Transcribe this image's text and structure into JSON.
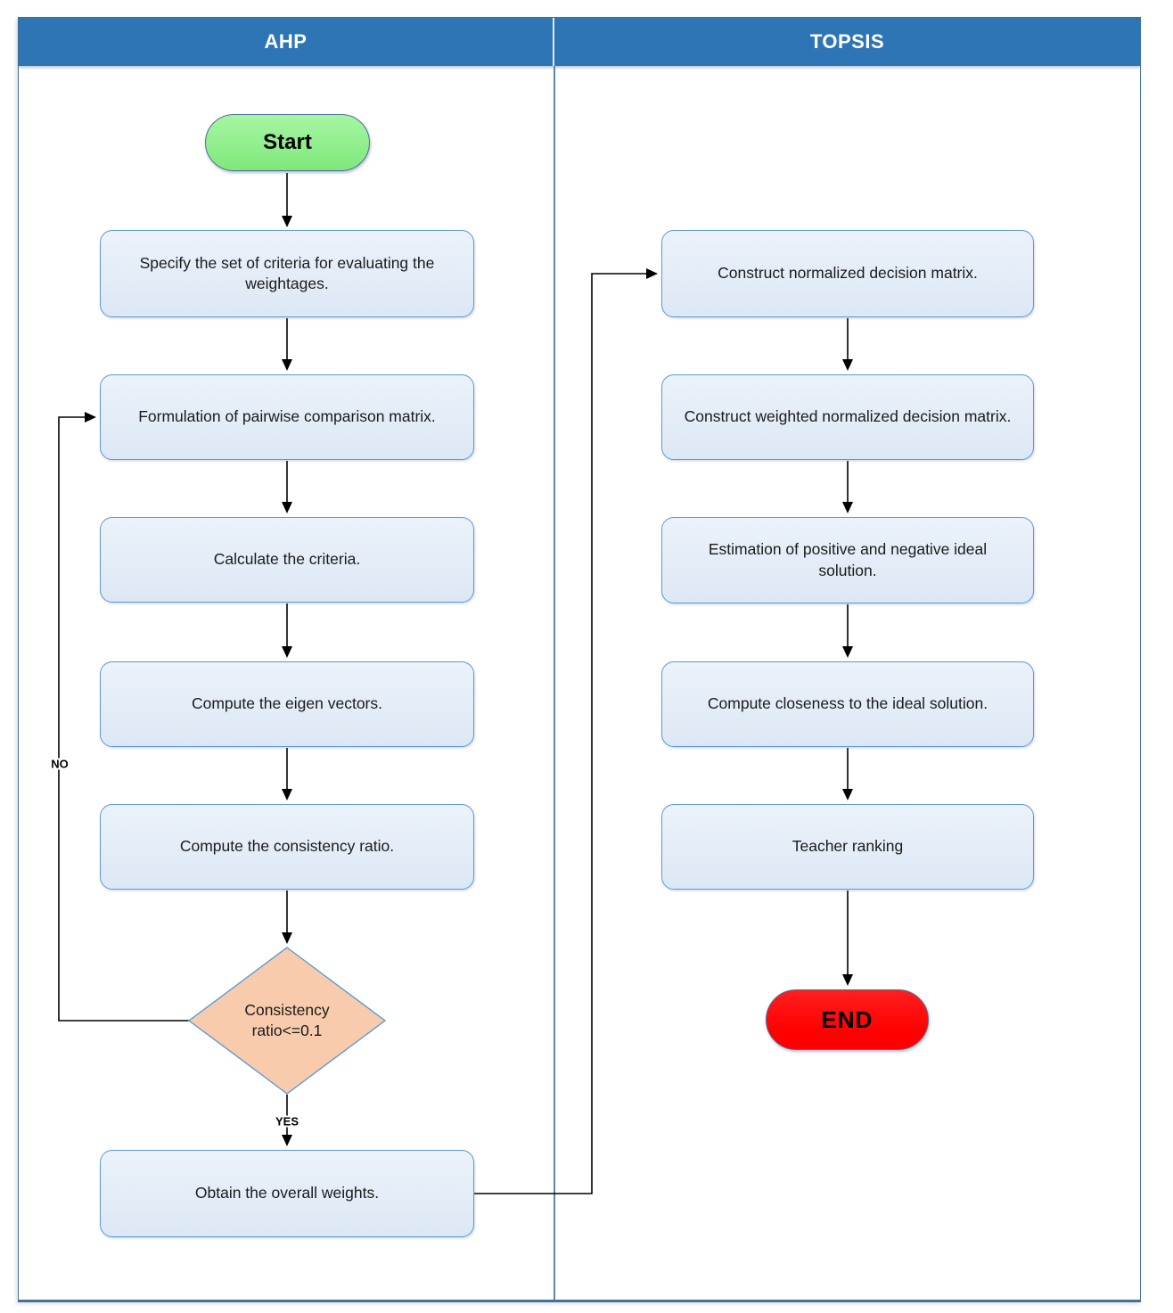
{
  "lanes": [
    {
      "label": "AHP"
    },
    {
      "label": "TOPSIS"
    }
  ],
  "nodes": {
    "start": "Start",
    "ahp_steps": [
      "Specify the set of criteria for evaluating the weightages.",
      "Formulation of pairwise comparison matrix.",
      "Calculate the criteria.",
      "Compute the eigen vectors.",
      "Compute the consistency ratio."
    ],
    "decision": "Consistency ratio<=0.1",
    "obtain": "Obtain the overall weights.",
    "topsis_steps": [
      "Construct normalized decision matrix.",
      "Construct weighted normalized decision matrix.",
      "Estimation of positive and negative ideal solution.",
      "Compute closeness to the ideal solution.",
      "Teacher ranking"
    ],
    "end": "END"
  },
  "edge_labels": {
    "no": "NO",
    "yes": "YES"
  },
  "colors": {
    "header_bg": "#2E75B6",
    "header_text": "#FFFFFF",
    "frame_border": "#41719C",
    "process_fill_top": "#EBF2FA",
    "process_fill_bot": "#DDE8F5",
    "process_border": "#5B9BD5",
    "decision_fill": "#F8CBAD",
    "start_fill": "#8DEF8D",
    "end_fill": "#FF0000",
    "connector": "#000000"
  }
}
